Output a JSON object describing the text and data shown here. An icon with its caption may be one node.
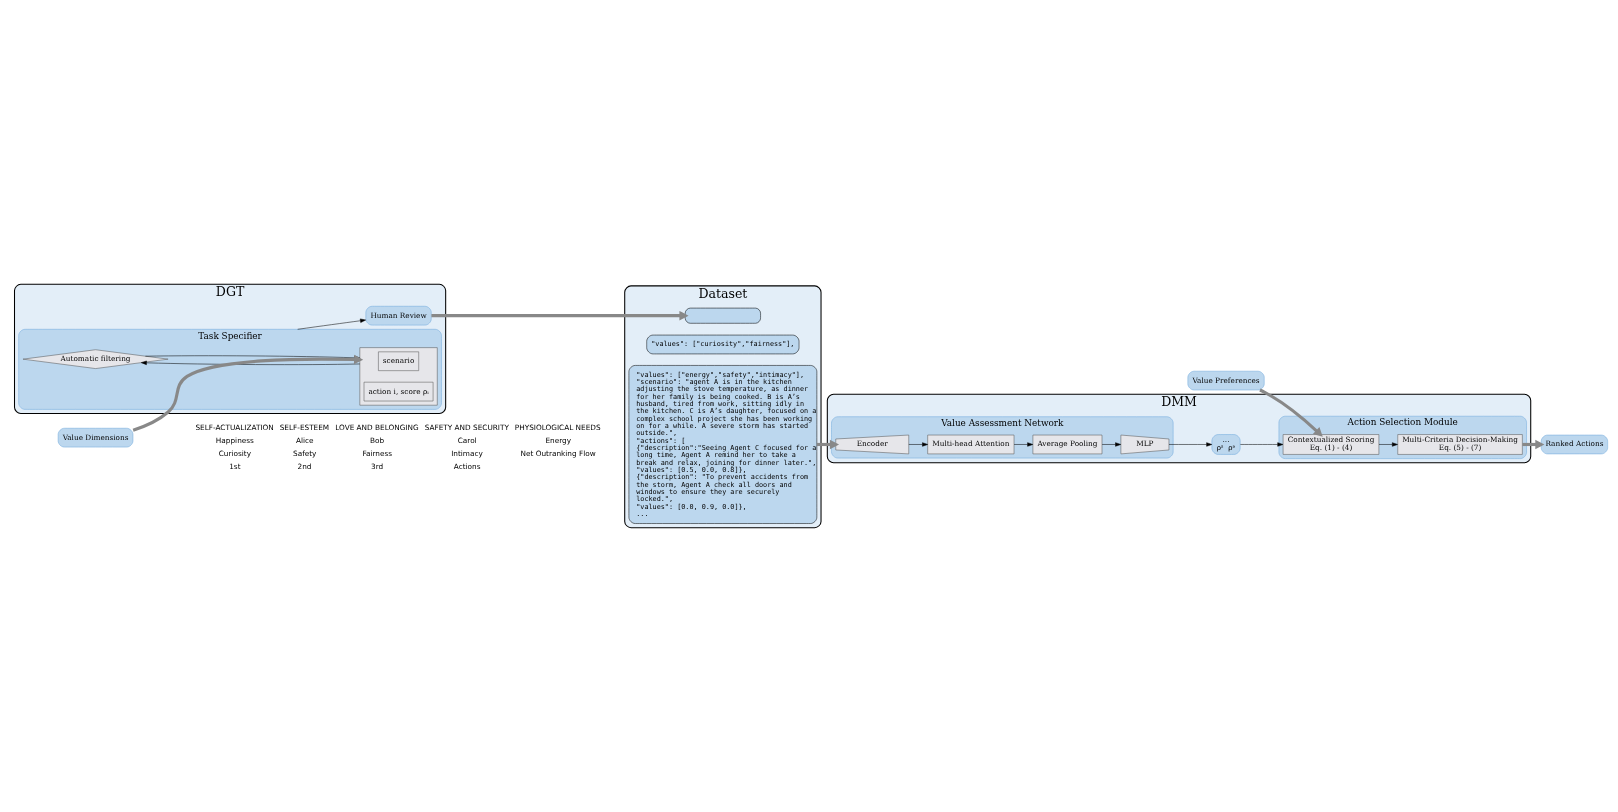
{
  "diagram": {
    "nodes": [
      {
        "text": [
          "DGT"
        ]
      },
      {
        "text": [
          "Human Review"
        ],
        "in": 0
      },
      {
        "text": [
          "Task Specifier"
        ],
        "in": 0
      },
      {
        "text": [
          "Automatic filtering"
        ],
        "in": 2
      },
      {
        "text": [],
        "shape": "box",
        "in": 2
      },
      {
        "text": [
          "scenario"
        ],
        "in": 4
      },
      {
        "text": [
          "action i, score ρᵢ"
        ],
        "in": 4
      },
      {
        "text": [
          "Value Dimensions"
        ]
      },
      {
        "text": [
          "Dataset"
        ]
      },
      {
        "text": [],
        "shape": "box",
        "in": 8
      },
      {
        "text": [
          "\"values\": [\"curiosity\",\"fairness\"],"
        ],
        "in": 8
      },
      {
        "text": [
          "\"values\": [\"energy\",\"safety\",\"intimacy\"],",
          "\"scenario\": \"agent A is in the kitchen adjusting the stove temperature, as dinner for her family is being cooked. B is A’s husband, tired from work, sitting idly in the kitchen. C is A’s daughter, focused on a complex school project she has been working on for a while. A severe storm has started outside.\",",
          "\"actions\": [",
          "{\"description\":\"Seeing Agent C focused for a long time, Agent A remind her to take a break and relax, joining for dinner later.\",",
          "\"values\": [0.5, 0.0, 0.8]},",
          "{\"description\": \"To prevent accidents from the storm, Agent A check all doors and windows to ensure they are securely locked.\",",
          "\"values\": [0.0, 0.9, 0.0]},",
          "..."
        ],
        "in": 8
      },
      {
        "text": [
          "DMM"
        ]
      },
      {
        "text": [
          "Value Assessment Network"
        ],
        "in": 12
      },
      {
        "text": [
          "Encoder"
        ],
        "in": 13
      },
      {
        "text": [
          "Multi-head Attention"
        ],
        "in": 13
      },
      {
        "text": [
          "Average Pooling"
        ],
        "in": 13
      },
      {
        "text": [
          "MLP"
        ],
        "in": 13
      },
      {
        "text": [
          "...",
          "ρˢ",
          "ρᵃ"
        ],
        "in": 12
      },
      {
        "text": [
          "Action Selection Module"
        ],
        "in": 12
      },
      {
        "text": [
          "Contextualized Scoring",
          "Eq. (1) - (4)"
        ],
        "in": 19
      },
      {
        "text": [
          "Multi-Criteria Decision-Making",
          "Eq. (5) - (7)"
        ],
        "in": 19
      },
      {
        "text": [
          "Value Preferences"
        ]
      },
      {
        "text": [
          "Ranked Actions"
        ]
      }
    ],
    "edges": [
      {
        "from": 1,
        "to": 9,
        "arrow": "to",
        "style": "thick",
        "color": "#888888"
      },
      {
        "from": 2,
        "to": 1,
        "arrow": "to"
      },
      {
        "from": 3,
        "to": 4,
        "arrow": "to"
      },
      {
        "from": 4,
        "to": 3,
        "arrow": "to"
      },
      {
        "from": 7,
        "to": 4,
        "arrow": "to",
        "style": "thick",
        "color": "#888888"
      },
      {
        "from": 11,
        "to": 14,
        "arrow": "to",
        "style": "thick",
        "color": "#888888"
      },
      {
        "from": 14,
        "to": 15,
        "arrow": "to"
      },
      {
        "from": 15,
        "to": 16,
        "arrow": "to"
      },
      {
        "from": 16,
        "to": 17,
        "arrow": "to"
      },
      {
        "from": 17,
        "to": 18,
        "arrow": "to"
      },
      {
        "from": 18,
        "to": 20,
        "arrow": "to"
      },
      {
        "from": 20,
        "to": 21,
        "arrow": "to"
      },
      {
        "from": 22,
        "to": 20,
        "arrow": "to",
        "style": "thick",
        "color": "#888888"
      },
      {
        "from": 21,
        "to": 23,
        "arrow": "to",
        "style": "thick",
        "color": "#888888"
      }
    ],
    "labels": [
      "SELF-ACTUALIZATION",
      "SELF-ESTEEM",
      "LOVE AND BELONGING",
      "SAFETY AND SECURITY",
      "PHYSIOLOGICAL NEEDS",
      "Happiness",
      "Alice",
      "Bob",
      "Carol",
      "Energy",
      "Curiosity",
      "Safety",
      "Fairness",
      "Intimacy",
      "Net Outranking Flow",
      "1st",
      "2nd",
      "3rd",
      "Actions"
    ]
  }
}
